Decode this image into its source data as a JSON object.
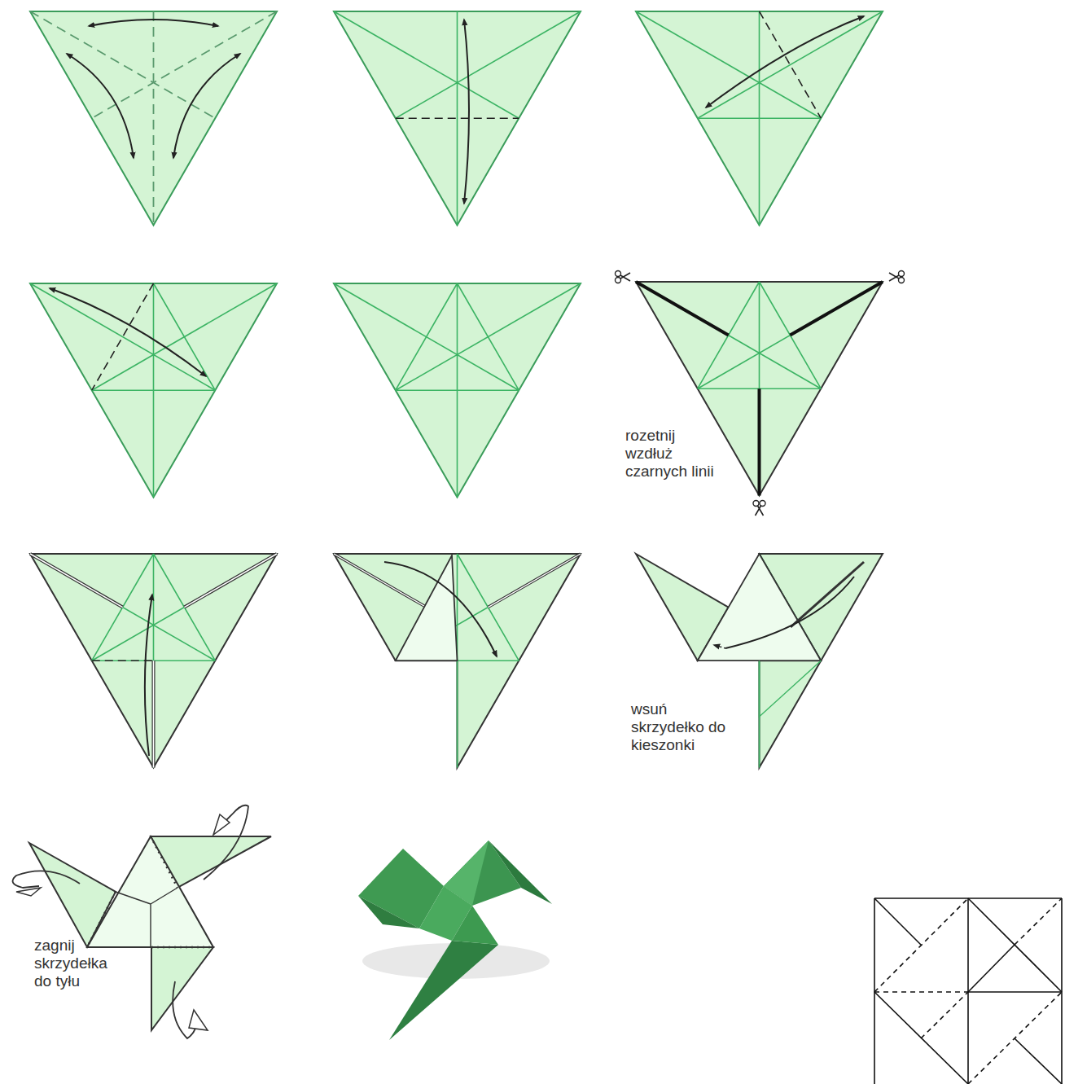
{
  "diagram": {
    "labels": [
      "rozetnij wzdłuż czarnych linii",
      "wsuń skrzydełko do kieszonki",
      "zagnij skrzydełka do tyłu"
    ]
  }
}
